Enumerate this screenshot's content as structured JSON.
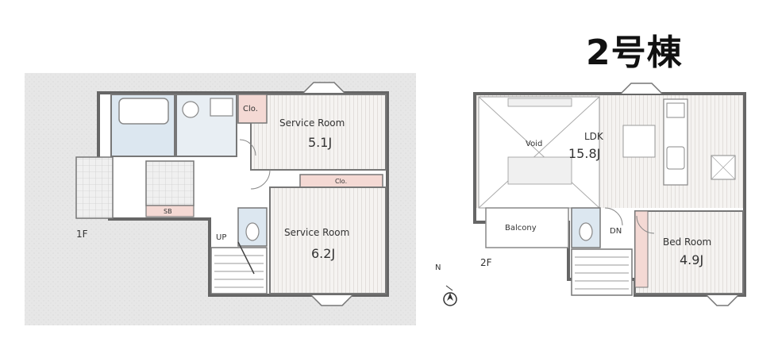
{
  "building_title": "2号棟",
  "floor1": {
    "floor_label": "1F",
    "rooms": [
      {
        "name": "Service Room",
        "size": "5.1J"
      },
      {
        "name": "Service Room",
        "size": "6.2J"
      }
    ],
    "closets": [
      "Clo.",
      "Clo."
    ],
    "sb_label": "SB",
    "stair_label": "UP"
  },
  "floor2": {
    "floor_label": "2F",
    "ldk": {
      "name": "LDK",
      "size": "15.8J"
    },
    "void_label": "Void",
    "balcony_label": "Balcony",
    "bedroom": {
      "name": "Bed Room",
      "size": "4.9J"
    },
    "stair_label": "DN"
  },
  "compass_label": "N",
  "colors": {
    "yard": "#e4e4e4",
    "room_stripe": "#cfcfcf",
    "wall": "#666666",
    "wet": "#dce7f0",
    "closet": "#f4d9d4"
  }
}
